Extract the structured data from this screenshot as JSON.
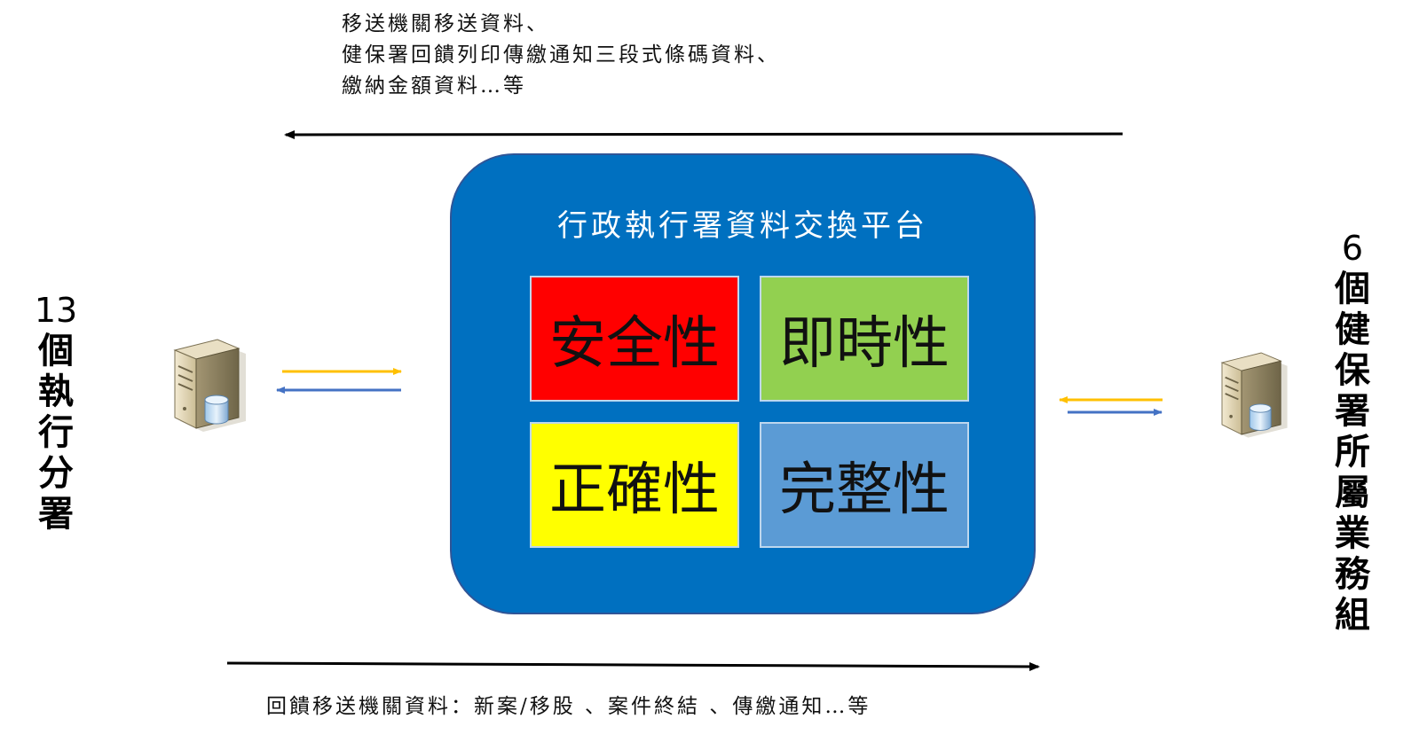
{
  "top_note": {
    "lines": [
      "移送機關移送資料、",
      "健保署回饋列印傳繳通知三段式條碼資料、",
      "繳納金額資料…等"
    ]
  },
  "bottom_note": "回饋移送機關資料：新案/移股 、案件終結 、傳繳通知…等",
  "left_label": {
    "number": "13",
    "chars": [
      "個",
      "執",
      "行",
      "分",
      "署"
    ]
  },
  "right_label": {
    "number": "6",
    "chars": [
      "個",
      "健",
      "保",
      "署",
      "所",
      "屬",
      "業",
      "務",
      "組"
    ]
  },
  "platform": {
    "title": "行政執行署資料交換平台",
    "cells": {
      "security": "安全性",
      "realtime": "即時性",
      "accuracy": "正確性",
      "integrity": "完整性"
    }
  },
  "icons": {
    "left_server": "server-database-icon",
    "right_server": "server-database-icon"
  },
  "colors": {
    "platform_blue": "#0070c0",
    "security_red": "#ff0000",
    "realtime_green": "#92d050",
    "accuracy_yellow": "#ffff00",
    "integrity_blue": "#5b9bd5",
    "arrow_orange": "#ffc000",
    "arrow_blue": "#4472c4"
  }
}
